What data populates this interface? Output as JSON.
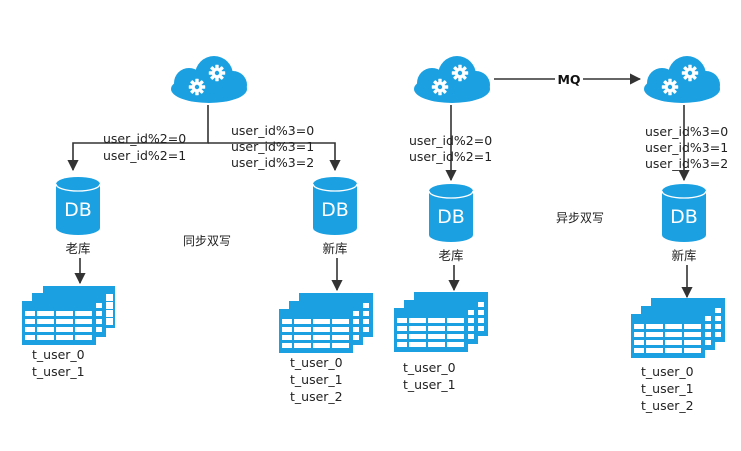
{
  "colors": {
    "blue": "#1ba1e2",
    "arrow": "#333333",
    "text": "#222222"
  },
  "sync": {
    "mode_label": "同步双写",
    "cloud_icon": "cloud-gear-icon",
    "old": {
      "rules": [
        "user_id%2=0",
        "user_id%2=1"
      ],
      "db_label": "DB",
      "name": "老库",
      "tables": [
        "t_user_0",
        "t_user_1"
      ]
    },
    "new": {
      "rules": [
        "user_id%3=0",
        "user_id%3=1",
        "user_id%3=2"
      ],
      "db_label": "DB",
      "name": "新库",
      "tables": [
        "t_user_0",
        "t_user_1",
        "t_user_2"
      ]
    }
  },
  "async": {
    "mode_label": "异步双写",
    "mq_label": "MQ",
    "old": {
      "rules": [
        "user_id%2=0",
        "user_id%2=1"
      ],
      "db_label": "DB",
      "name": "老库",
      "tables": [
        "t_user_0",
        "t_user_1"
      ]
    },
    "new": {
      "rules": [
        "user_id%3=0",
        "user_id%3=1",
        "user_id%3=2"
      ],
      "db_label": "DB",
      "name": "新库",
      "tables": [
        "t_user_0",
        "t_user_1",
        "t_user_2"
      ]
    }
  }
}
